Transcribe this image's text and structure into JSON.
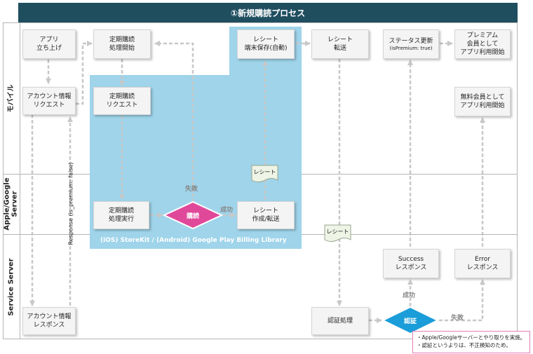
{
  "title": "①新規購読プロセス",
  "lanes": {
    "mobile": "モバイル",
    "apple_google": "Apple/Google\nServer",
    "service": "Service Server"
  },
  "library_label": "(iOS) StoreKit / (Android) Google Play Billing Library",
  "nodes": {
    "app_launch": "アプリ\n立ち上げ",
    "sub_start": "定期購読\n処理開始",
    "receipt_save": "レシート\n端末保存(自動)",
    "receipt_forward": "レシート\n転送",
    "status_update": "ステータス更新",
    "status_update_sub": "(isPremium: true)",
    "premium_start": "プレミアム\n会員として\nアプリ利用開始",
    "account_request": "アカウント情報\nリクエスト",
    "sub_request": "定期購読\nリクエスト",
    "free_start": "無料会員として\nアプリ利用開始",
    "sub_exec": "定期購読\n処理実行",
    "receipt_create": "レシート\n作成/転送",
    "success_response": "Success\nレスポンス",
    "error_response": "Error\nレスポンス",
    "account_response": "アカウント情報\nレスポンス",
    "auth_process": "認証処理"
  },
  "decisions": {
    "purchase": "購読",
    "auth": "認証"
  },
  "edge_labels": {
    "fail_top": "失敗",
    "success_purchase": "成功",
    "success_auth": "成功",
    "fail_auth": "失敗"
  },
  "documents": {
    "receipt_1": "レシート",
    "receipt_2": "レシート"
  },
  "response_label": "Response (is_premium: false)",
  "note_lines": [
    "・Apple/Googleサーバーとやり取りを実施。",
    "・認証というよりは、不正検知のため。"
  ],
  "colors": {
    "title_bg": "#1f4e5f",
    "library_bg": "#9fd4ea",
    "purchase_diamond": "#e0489a",
    "auth_diamond": "#1a9dd9",
    "note_border": "#e07fb4"
  }
}
